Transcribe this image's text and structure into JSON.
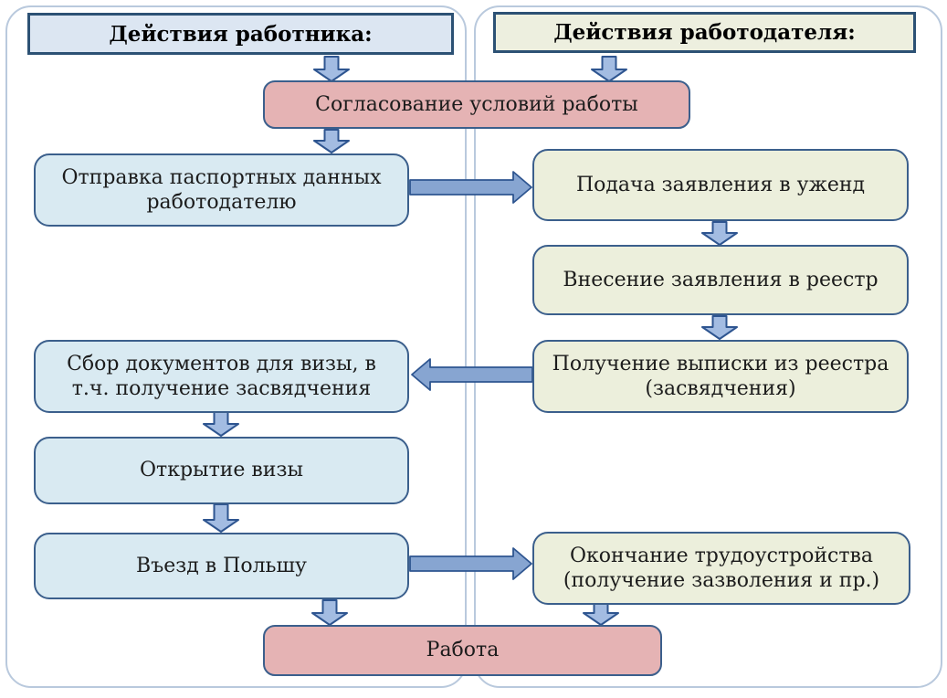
{
  "palette": {
    "panel-border": "#b9c9dd",
    "hdr-worker-fill": "#dce6f2",
    "hdr-employer-fill": "#edefdf",
    "hdr-border": "#2c5174",
    "node-border": "#3b5f8c",
    "worker-node-fill": "#d9eaf2",
    "employer-node-fill": "#ecefdc",
    "shared-node-fill": "#e5b3b4",
    "arrow-down-fill": "#a3bce2",
    "arrow-horizontal-fill": "#87a5d1",
    "arrow-border": "#2e5590",
    "text": "#1c1c1c"
  },
  "headers": {
    "worker": "Действия работника:",
    "employer": "Действия работодателя:"
  },
  "nodes": {
    "agree_terms": "Согласование условий работы",
    "send_passport_data": "Отправка паспортных данных\nработодателю",
    "submit_application": "Подача заявления в уженд",
    "register_application": "Внесение заявления в реестр",
    "get_registry_extract": "Получение выписки из реестра\n(засвядчения)",
    "collect_visa_documents": "Сбор документов для визы, в\nт.ч. получение засвядчения",
    "open_visa": "Открытие визы",
    "enter_poland": "Въезд в Польшу",
    "complete_employment": "Окончание трудоустройства\n(получение зазволения и пр.)",
    "work": "Работа"
  }
}
